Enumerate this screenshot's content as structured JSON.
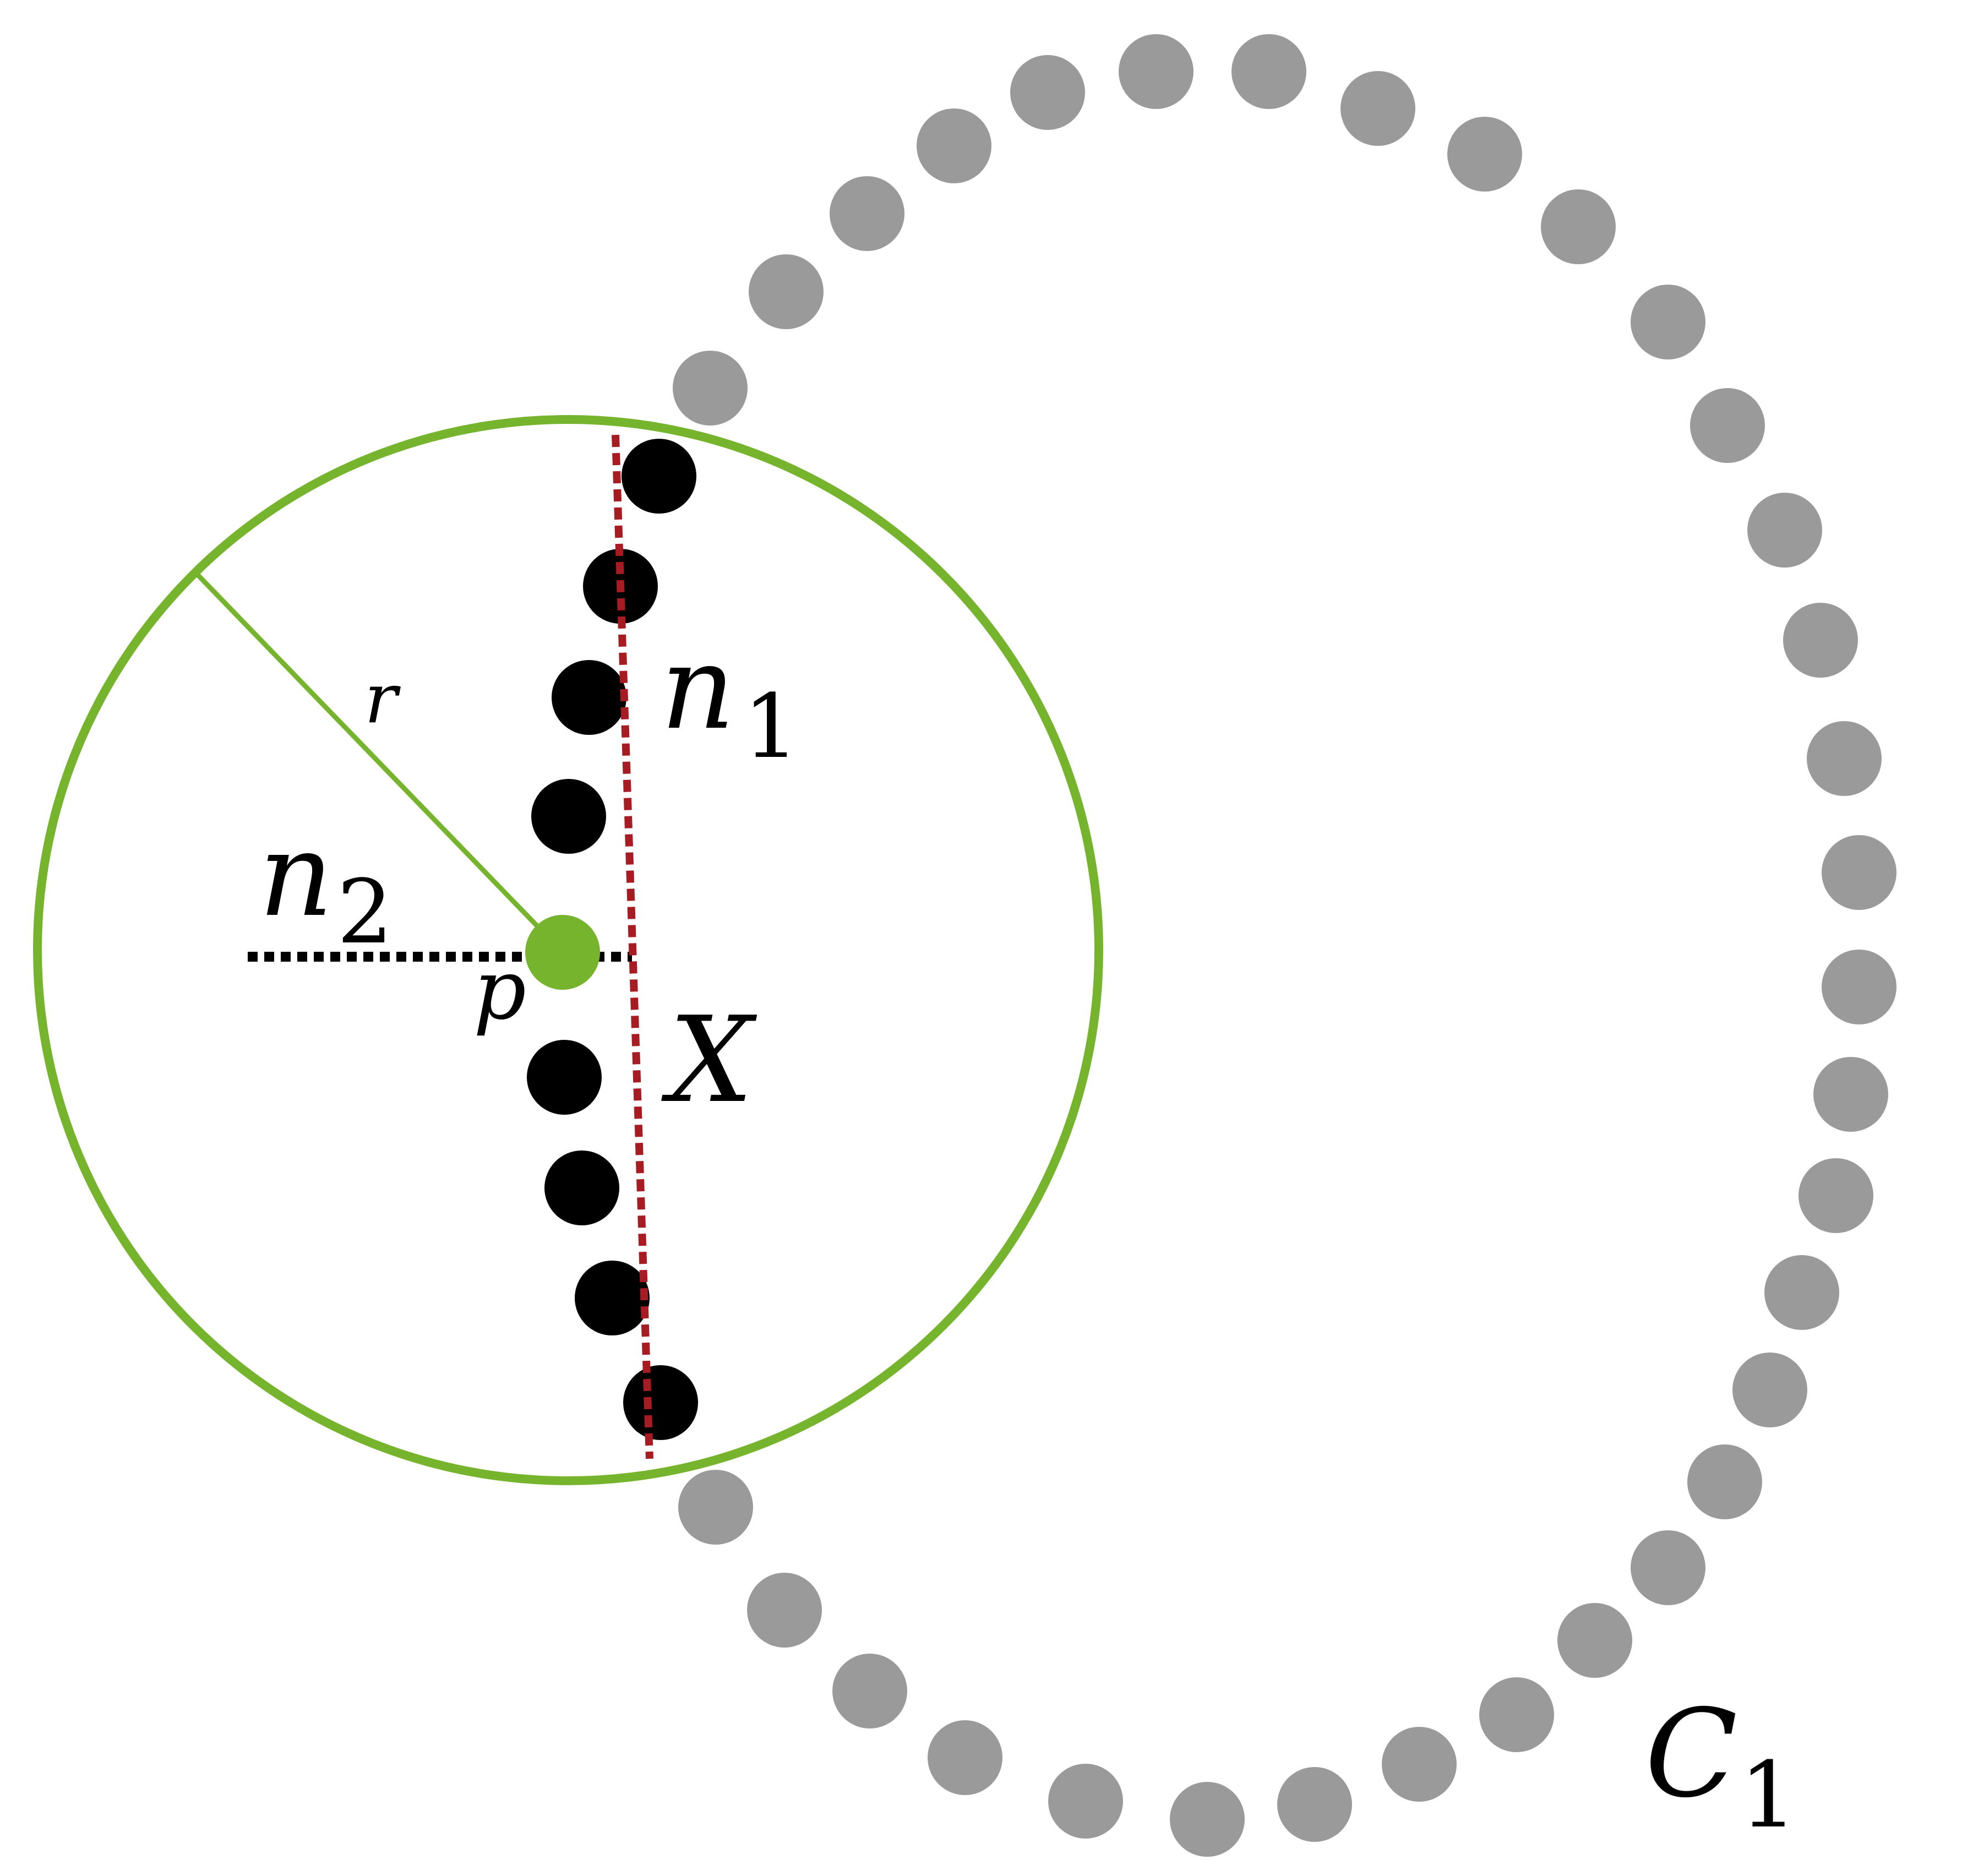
{
  "colors": {
    "background": "#ffffff",
    "circle": "#76b42e",
    "center_point": "#76b42e",
    "radius_line": "#76b42e",
    "inner_points": "#000000",
    "outer_points": "#9a9a9a",
    "red_dotted_line": "#a61c22",
    "black_dotted_line": "#000000"
  },
  "labels": {
    "r": "r",
    "n1_base": "n",
    "n1_sub": "1",
    "n2_base": "n",
    "n2_sub": "2",
    "p": "p",
    "X": "X",
    "C1_base": "C",
    "C1_sub": "1"
  }
}
